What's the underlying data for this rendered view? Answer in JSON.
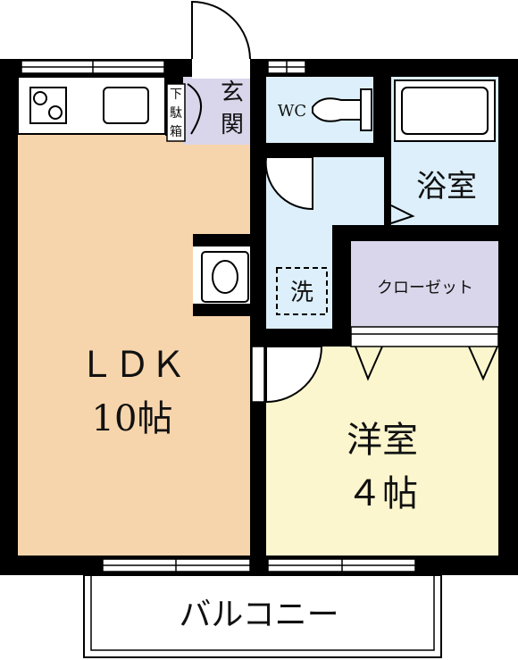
{
  "colors": {
    "ldk_floor": "#f7d5ac",
    "western_floor": "#fbf6cd",
    "wet_floor": "#dceffa",
    "closet_floor": "#d9d5ea",
    "entrance_floor": "#d9d5ea",
    "wall": "#000000",
    "fixture_line": "#000000"
  },
  "rooms": {
    "ldk": {
      "name": "ＬＤＫ",
      "size": "10帖"
    },
    "western": {
      "name": "洋室",
      "size": "４帖"
    },
    "bath": {
      "name": "浴室"
    },
    "closet": {
      "name": "クローゼット"
    },
    "wc": {
      "name": "WC"
    },
    "washroom": {
      "name": "洗"
    },
    "entrance": {
      "name_line1": "玄",
      "name_line2": "関"
    },
    "shoe_box": {
      "line1": "下",
      "line2": "駄",
      "line3": "箱"
    },
    "balcony": {
      "name": "バルコニー"
    }
  }
}
